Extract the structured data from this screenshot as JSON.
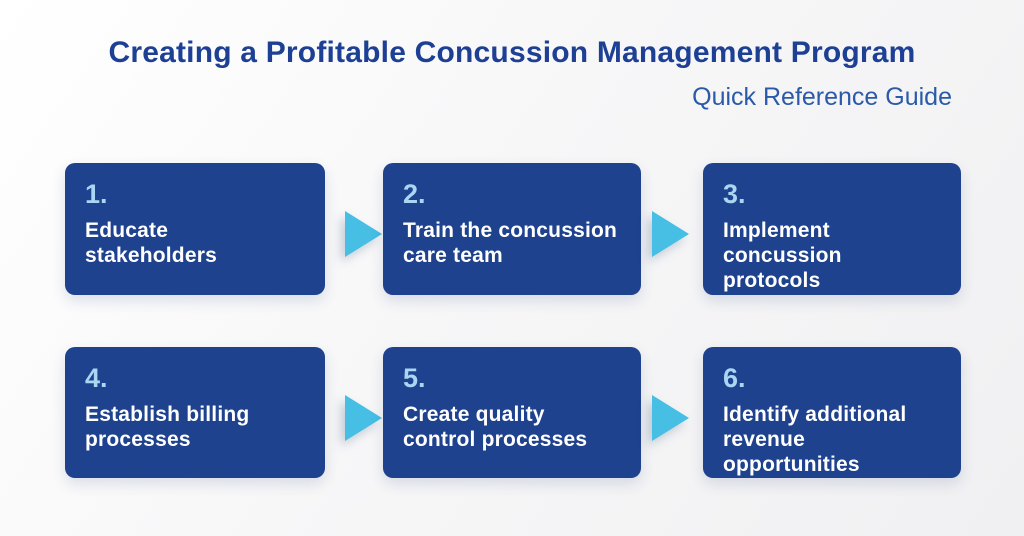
{
  "header": {
    "title": "Creating a Profitable Concussion Management Program",
    "subtitle": "Quick Reference Guide"
  },
  "steps": [
    {
      "number": "1.",
      "line1": "Educate",
      "line2": "stakeholders"
    },
    {
      "number": "2.",
      "line1": "Train the concussion",
      "line2": "care team"
    },
    {
      "number": "3.",
      "line1": "Implement",
      "line2": "concussion protocols"
    },
    {
      "number": "4.",
      "line1": "Establish billing",
      "line2": "processes"
    },
    {
      "number": "5.",
      "line1": "Create quality",
      "line2": "control processes"
    },
    {
      "number": "6.",
      "line1": "Identify additional",
      "line2": "revenue opportunities"
    }
  ],
  "colors": {
    "title": "#1d3f94",
    "subtitle": "#2a5aa8",
    "box_bg": "#1e428e",
    "box_text": "#ffffff",
    "number": "#a9d7f3",
    "arrow": "#47bee4"
  }
}
